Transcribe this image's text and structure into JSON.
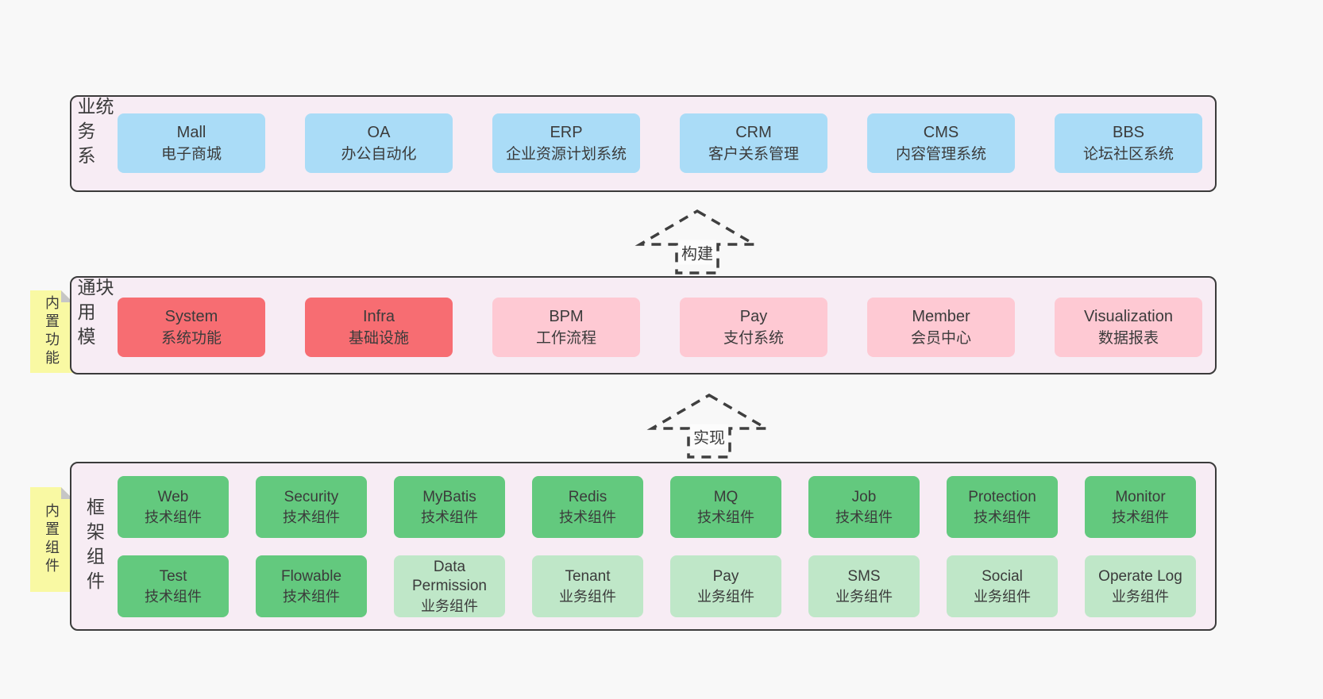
{
  "diagram": {
    "description": "layered architecture diagram"
  },
  "colors": {
    "page_background": "#f8f8f8",
    "tier_background": "#f7ecf4",
    "tier_border": "#3b3b3b",
    "blue_box": "#aadcf7",
    "red_box": "#f76d72",
    "pink_box": "#fec9d3",
    "green_box": "#63c97e",
    "light_green_box": "#bfe7c8",
    "sticky_note": "#f9f9a3",
    "sticky_fold": "#c6c6c6",
    "arrow_stroke": "#3f3f3f",
    "text": "#3b3b3b"
  },
  "arrows": [
    {
      "label": "构建"
    },
    {
      "label": "实现"
    }
  ],
  "tiers": [
    {
      "label": "业务系统",
      "boxes": [
        {
          "en": "Mall",
          "zh": "电子商城",
          "color": "blue"
        },
        {
          "en": "OA",
          "zh": "办公自动化",
          "color": "blue"
        },
        {
          "en": "ERP",
          "zh": "企业资源计划系统",
          "color": "blue"
        },
        {
          "en": "CRM",
          "zh": "客户关系管理",
          "color": "blue"
        },
        {
          "en": "CMS",
          "zh": "内容管理系统",
          "color": "blue"
        },
        {
          "en": "BBS",
          "zh": "论坛社区系统",
          "color": "blue"
        }
      ]
    },
    {
      "label": "通用模块",
      "sticky": "内置功能",
      "boxes": [
        {
          "en": "System",
          "zh": "系统功能",
          "color": "red"
        },
        {
          "en": "Infra",
          "zh": "基础设施",
          "color": "red"
        },
        {
          "en": "BPM",
          "zh": "工作流程",
          "color": "pink"
        },
        {
          "en": "Pay",
          "zh": "支付系统",
          "color": "pink"
        },
        {
          "en": "Member",
          "zh": "会员中心",
          "color": "pink"
        },
        {
          "en": "Visualization",
          "zh": "数据报表",
          "color": "pink"
        }
      ]
    },
    {
      "label": "框架组件",
      "sticky": "内置组件",
      "rows": [
        [
          {
            "en": "Web",
            "zh": "技术组件",
            "color": "green"
          },
          {
            "en": "Security",
            "zh": "技术组件",
            "color": "green"
          },
          {
            "en": "MyBatis",
            "zh": "技术组件",
            "color": "green"
          },
          {
            "en": "Redis",
            "zh": "技术组件",
            "color": "green"
          },
          {
            "en": "MQ",
            "zh": "技术组件",
            "color": "green"
          },
          {
            "en": "Job",
            "zh": "技术组件",
            "color": "green"
          },
          {
            "en": "Protection",
            "zh": "技术组件",
            "color": "green"
          },
          {
            "en": "Monitor",
            "zh": "技术组件",
            "color": "green"
          }
        ],
        [
          {
            "en": "Test",
            "zh": "技术组件",
            "color": "green"
          },
          {
            "en": "Flowable",
            "zh": "技术组件",
            "color": "green"
          },
          {
            "en": "Data Permission",
            "zh": "业务组件",
            "color": "lightgreen"
          },
          {
            "en": "Tenant",
            "zh": "业务组件",
            "color": "lightgreen"
          },
          {
            "en": "Pay",
            "zh": "业务组件",
            "color": "lightgreen"
          },
          {
            "en": "SMS",
            "zh": "业务组件",
            "color": "lightgreen"
          },
          {
            "en": "Social",
            "zh": "业务组件",
            "color": "lightgreen"
          },
          {
            "en": "Operate Log",
            "zh": "业务组件",
            "color": "lightgreen"
          }
        ]
      ]
    }
  ]
}
